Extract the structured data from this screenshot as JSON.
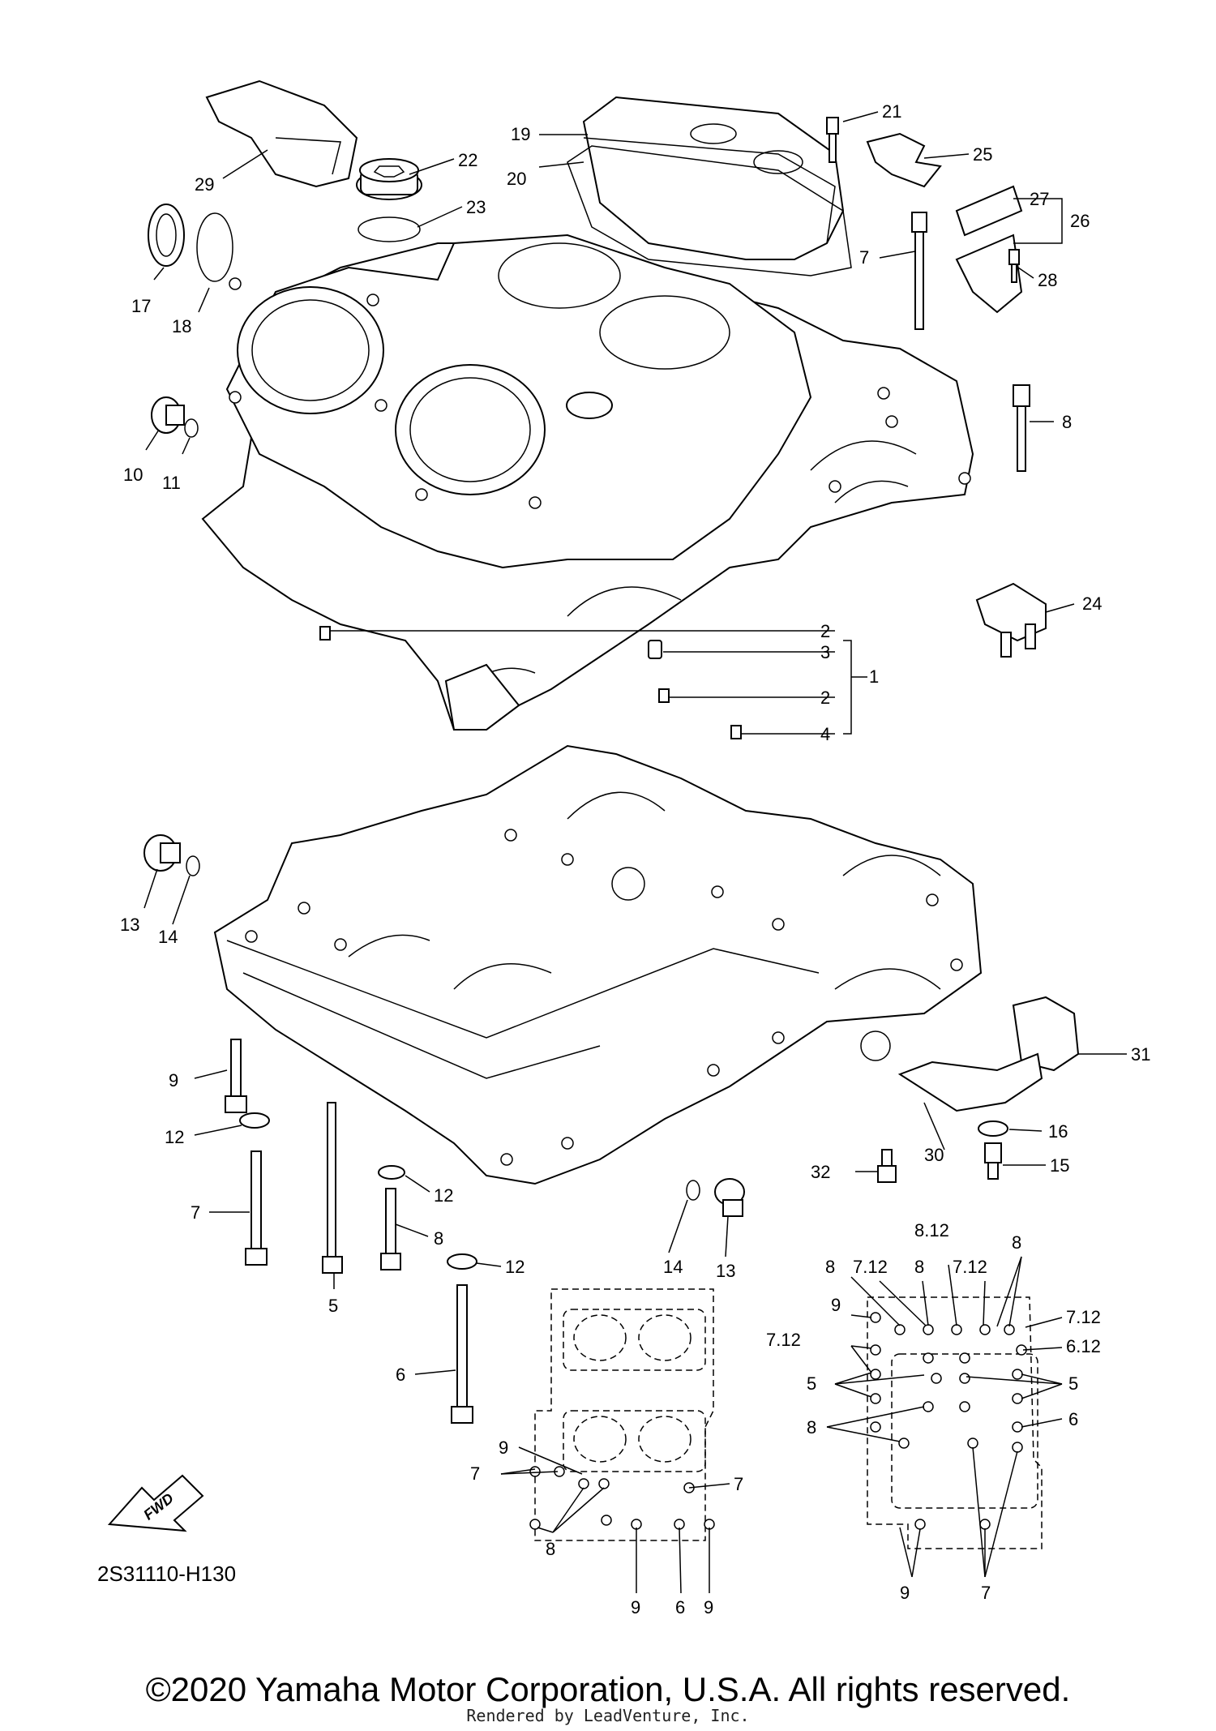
{
  "catalog_number": "2S31110-H130",
  "copyright": "©2020 Yamaha Motor Corporation, U.S.A. All rights reserved.",
  "rendered_by": "Rendered by LeadVenture, Inc.",
  "fwd_badge": "FWD",
  "callouts": [
    {
      "id": "c29",
      "text": "29"
    },
    {
      "id": "c22",
      "text": "22"
    },
    {
      "id": "c23",
      "text": "23"
    },
    {
      "id": "c19",
      "text": "19"
    },
    {
      "id": "c20",
      "text": "20"
    },
    {
      "id": "c21",
      "text": "21"
    },
    {
      "id": "c25",
      "text": "25"
    },
    {
      "id": "c27",
      "text": "27"
    },
    {
      "id": "c26",
      "text": "26"
    },
    {
      "id": "c28",
      "text": "28"
    },
    {
      "id": "c7a",
      "text": "7"
    },
    {
      "id": "c17",
      "text": "17"
    },
    {
      "id": "c18",
      "text": "18"
    },
    {
      "id": "c8a",
      "text": "8"
    },
    {
      "id": "c10",
      "text": "10"
    },
    {
      "id": "c11",
      "text": "11"
    },
    {
      "id": "c24",
      "text": "24"
    },
    {
      "id": "c2a",
      "text": "2"
    },
    {
      "id": "c3",
      "text": "3"
    },
    {
      "id": "c1",
      "text": "1"
    },
    {
      "id": "c2b",
      "text": "2"
    },
    {
      "id": "c4",
      "text": "4"
    },
    {
      "id": "c13a",
      "text": "13"
    },
    {
      "id": "c14a",
      "text": "14"
    },
    {
      "id": "c31",
      "text": "31"
    },
    {
      "id": "c9a",
      "text": "9"
    },
    {
      "id": "c12a",
      "text": "12"
    },
    {
      "id": "c16",
      "text": "16"
    },
    {
      "id": "c30",
      "text": "30"
    },
    {
      "id": "c32",
      "text": "32"
    },
    {
      "id": "c15",
      "text": "15"
    },
    {
      "id": "c12b",
      "text": "12"
    },
    {
      "id": "c7b",
      "text": "7"
    },
    {
      "id": "c8b",
      "text": "8"
    },
    {
      "id": "c14b",
      "text": "14"
    },
    {
      "id": "c13b",
      "text": "13"
    },
    {
      "id": "c12c",
      "text": "12"
    },
    {
      "id": "c5a",
      "text": "5"
    },
    {
      "id": "c6a",
      "text": "6"
    }
  ],
  "bolt_map_lower": [
    {
      "id": "m9a",
      "text": "9"
    },
    {
      "id": "m7a",
      "text": "7"
    },
    {
      "id": "m7b",
      "text": "7"
    },
    {
      "id": "m8a",
      "text": "8"
    },
    {
      "id": "m9b",
      "text": "9"
    },
    {
      "id": "m6a",
      "text": "6"
    },
    {
      "id": "m9c",
      "text": "9"
    }
  ],
  "bolt_map_upper": [
    {
      "id": "u8a",
      "text": "8"
    },
    {
      "id": "u712a",
      "text": "7.12"
    },
    {
      "id": "u8b",
      "text": "8"
    },
    {
      "id": "u812",
      "text": "8.12"
    },
    {
      "id": "u712b",
      "text": "7.12"
    },
    {
      "id": "u8c",
      "text": "8"
    },
    {
      "id": "u9",
      "text": "9"
    },
    {
      "id": "u712c",
      "text": "7.12"
    },
    {
      "id": "u712d",
      "text": "7.12"
    },
    {
      "id": "u612",
      "text": "6.12"
    },
    {
      "id": "u5a",
      "text": "5"
    },
    {
      "id": "u5b",
      "text": "5"
    },
    {
      "id": "u6",
      "text": "6"
    },
    {
      "id": "u8d",
      "text": "8"
    },
    {
      "id": "u9b",
      "text": "9"
    },
    {
      "id": "u7",
      "text": "7"
    }
  ]
}
